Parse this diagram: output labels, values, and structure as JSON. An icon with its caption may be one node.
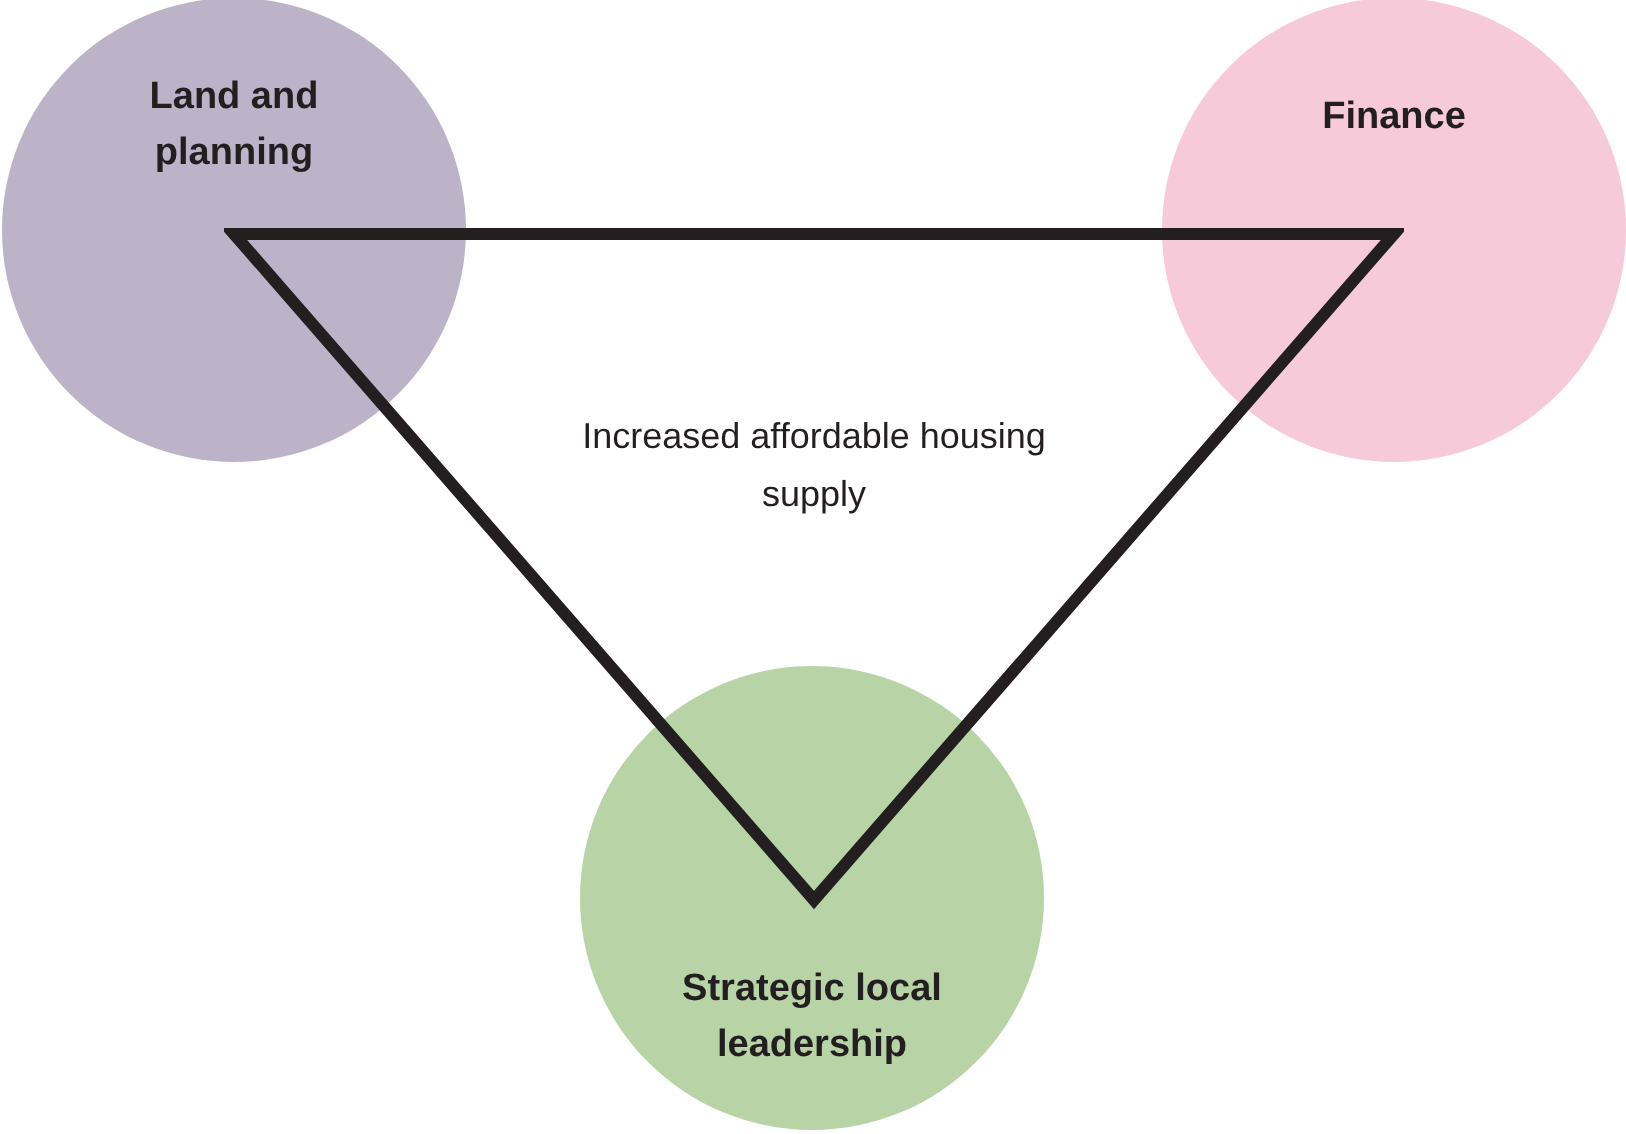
{
  "diagram": {
    "nodes": [
      {
        "text": [
          "Land and planning"
        ]
      },
      {
        "text": [
          "Finance"
        ]
      },
      {
        "text": [
          "Increased affordable housing supply"
        ]
      },
      {
        "text": [
          "Strategic local leadership"
        ]
      }
    ]
  }
}
